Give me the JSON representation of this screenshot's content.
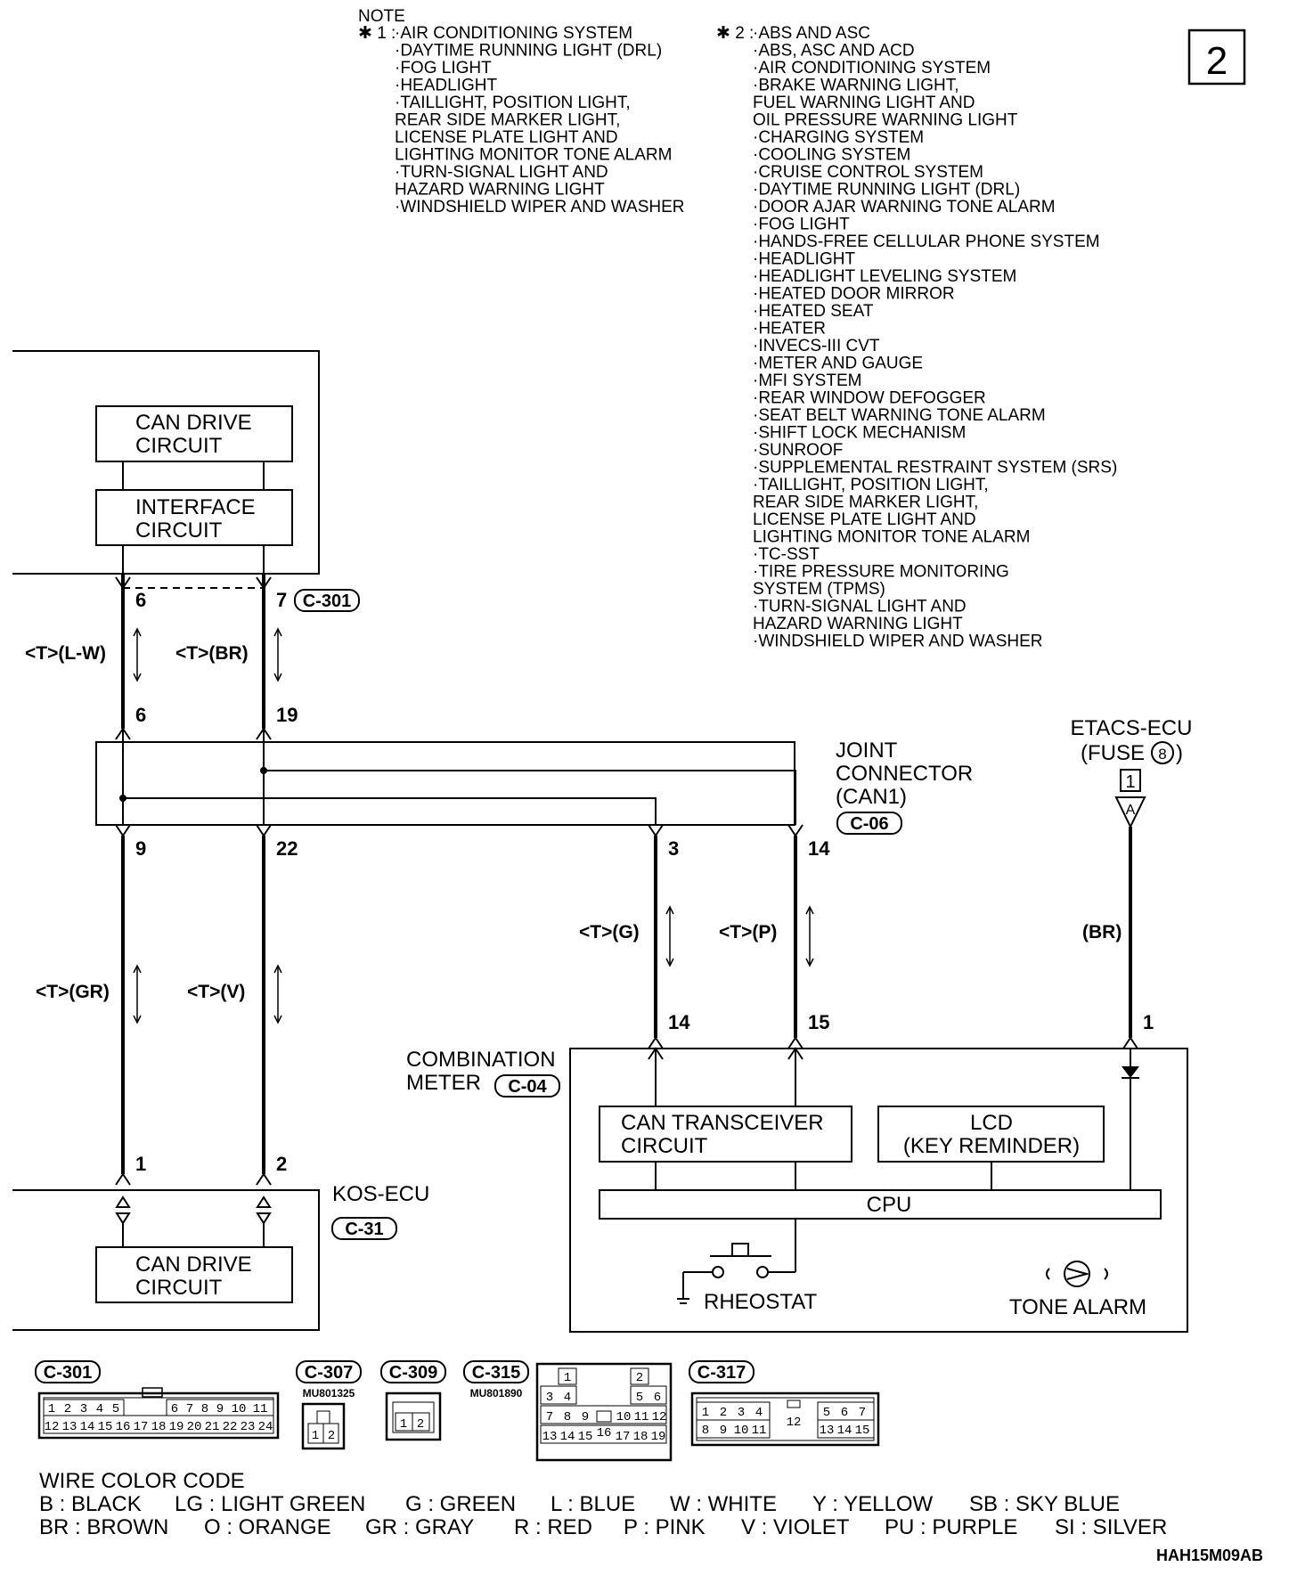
{
  "page_number": "2",
  "notes": {
    "heading": "NOTE",
    "n1_marker": "✱ 1 :",
    "n1_items": [
      "·AIR CONDITIONING SYSTEM",
      "·DAYTIME RUNNING LIGHT (DRL)",
      "·FOG LIGHT",
      "·HEADLIGHT",
      "·TAILLIGHT, POSITION LIGHT,",
      " REAR SIDE MARKER LIGHT,",
      " LICENSE PLATE LIGHT AND",
      " LIGHTING MONITOR TONE ALARM",
      "·TURN-SIGNAL LIGHT AND",
      " HAZARD WARNING LIGHT",
      "·WINDSHIELD WIPER AND WASHER"
    ],
    "n2_marker": "✱ 2 :",
    "n2_items": [
      "·ABS AND ASC",
      "·ABS, ASC AND ACD",
      "·AIR CONDITIONING SYSTEM",
      "·BRAKE WARNING LIGHT,",
      " FUEL WARNING LIGHT AND",
      " OIL PRESSURE WARNING LIGHT",
      "·CHARGING SYSTEM",
      "·COOLING SYSTEM",
      "·CRUISE CONTROL SYSTEM",
      "·DAYTIME RUNNING LIGHT (DRL)",
      "·DOOR AJAR WARNING TONE ALARM",
      "·FOG LIGHT",
      "·HANDS-FREE CELLULAR PHONE SYSTEM",
      "·HEADLIGHT",
      "·HEADLIGHT LEVELING SYSTEM",
      "·HEATED DOOR MIRROR",
      "·HEATED SEAT",
      "·HEATER",
      "·INVECS-III CVT",
      "·METER AND GAUGE",
      "·MFI SYSTEM",
      "·REAR WINDOW DEFOGGER",
      "·SEAT BELT WARNING TONE ALARM",
      "·SHIFT LOCK MECHANISM",
      "·SUNROOF",
      "·SUPPLEMENTAL RESTRAINT SYSTEM (SRS)",
      "·TAILLIGHT, POSITION LIGHT,",
      " REAR SIDE MARKER LIGHT,",
      " LICENSE PLATE LIGHT AND",
      " LIGHTING MONITOR TONE ALARM",
      "·TC-SST",
      "·TIRE PRESSURE MONITORING",
      " SYSTEM (TPMS)",
      "·TURN-SIGNAL LIGHT AND",
      " HAZARD WARNING LIGHT",
      "·WINDSHIELD WIPER AND WASHER"
    ]
  },
  "blocks": {
    "can_drive_top": [
      "CAN DRIVE",
      "CIRCUIT"
    ],
    "interface": [
      "INTERFACE",
      "CIRCUIT"
    ],
    "joint": [
      "JOINT",
      "CONNECTOR",
      "(CAN1)"
    ],
    "joint_conn": "C-06",
    "etacs": [
      "ETACS-ECU",
      "(FUSE",
      ")"
    ],
    "etacs_fuse_num": "8",
    "etacs_pin": "1",
    "etacs_letter": "A",
    "combo": [
      "COMBINATION",
      "METER"
    ],
    "combo_conn": "C-04",
    "can_transceiver": [
      "CAN TRANSCEIVER",
      "CIRCUIT"
    ],
    "lcd": [
      "LCD",
      "(KEY REMINDER)"
    ],
    "cpu": "CPU",
    "rheostat": "RHEOSTAT",
    "tone_alarm": "TONE ALARM",
    "kos": "KOS-ECU",
    "kos_conn": "C-31",
    "can_drive_bottom": [
      "CAN DRIVE",
      "CIRCUIT"
    ],
    "c301_label": "C-301"
  },
  "pins": {
    "p6a": "6",
    "p7": "7",
    "p6b": "6",
    "p19": "19",
    "p9": "9",
    "p22": "22",
    "p3": "3",
    "p14a": "14",
    "p14b": "14",
    "p15": "15",
    "p1e": "1",
    "p1k": "1",
    "p2k": "2"
  },
  "wires": {
    "lw": "<T>(L-W)",
    "br1": "<T>(BR)",
    "gr": "<T>(GR)",
    "v": "<T>(V)",
    "g": "<T>(G)",
    "p": "<T>(P)",
    "br2": "(BR)"
  },
  "connectors": {
    "c301": {
      "label": "C-301",
      "row1": [
        "1",
        "2",
        "3",
        "4",
        "5",
        "",
        "6",
        "7",
        "8",
        "9",
        "10",
        "11"
      ],
      "row2": [
        "12",
        "13",
        "14",
        "15",
        "16",
        "17",
        "18",
        "19",
        "20",
        "21",
        "22",
        "23",
        "24"
      ]
    },
    "c307": {
      "label": "C-307",
      "part": "MU801325",
      "pins": [
        "1",
        "2"
      ]
    },
    "c309": {
      "label": "C-309",
      "pins": [
        "1",
        "2"
      ]
    },
    "c315": {
      "label": "C-315",
      "part": "MU801890",
      "pins": [
        "1",
        "2",
        "3",
        "4",
        "5",
        "6",
        "7",
        "8",
        "9",
        "10",
        "11",
        "12",
        "13",
        "14",
        "15",
        "16",
        "17",
        "18",
        "19"
      ]
    },
    "c317": {
      "label": "C-317",
      "pins": [
        "1",
        "2",
        "3",
        "4",
        "5",
        "6",
        "7",
        "8",
        "9",
        "10",
        "11",
        "12",
        "13",
        "14",
        "15"
      ]
    }
  },
  "wire_color_code": {
    "title": "WIRE COLOR CODE",
    "row1": [
      "B : BLACK",
      "LG : LIGHT GREEN",
      "G : GREEN",
      "L : BLUE",
      "W : WHITE",
      "Y : YELLOW",
      "SB : SKY BLUE"
    ],
    "row2": [
      "BR : BROWN",
      "O : ORANGE",
      "GR : GRAY",
      "R : RED",
      "P : PINK",
      "V : VIOLET",
      "PU : PURPLE",
      "SI : SILVER"
    ]
  },
  "figure_code": "HAH15M09AB"
}
